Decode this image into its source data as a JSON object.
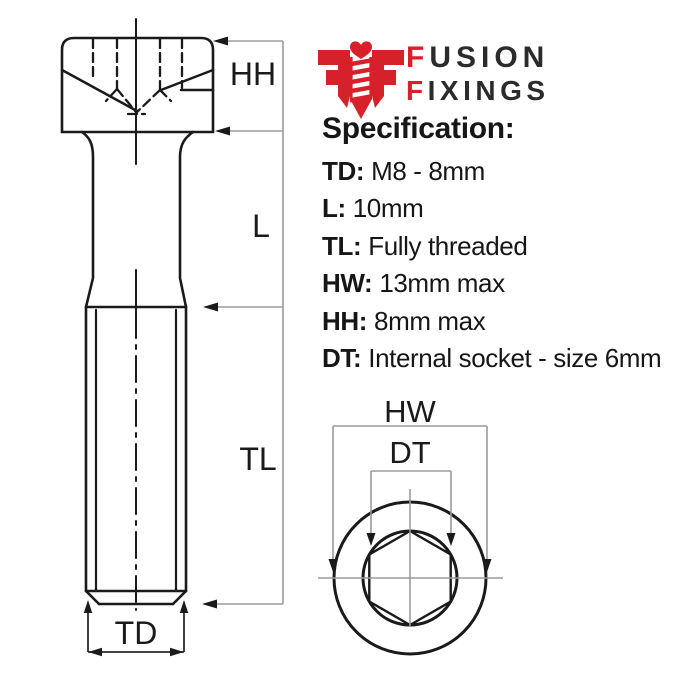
{
  "colors": {
    "brand_red": "#d6202a",
    "brand_dark": "#2d2a2b",
    "drawing_line": "#1a1a1a",
    "dimension_line": "#9b9b9b"
  },
  "logo": {
    "word1_initial": "F",
    "word1_rest": "USION",
    "word2_initial": "F",
    "word2_rest": "IXINGS"
  },
  "spec": {
    "heading": "Specification:",
    "items": [
      {
        "key": "TD:",
        "value": "M8 - 8mm"
      },
      {
        "key": "L:",
        "value": "10mm"
      },
      {
        "key": "TL:",
        "value": "Fully threaded"
      },
      {
        "key": "HW:",
        "value": "13mm max"
      },
      {
        "key": "HH:",
        "value": "8mm max"
      },
      {
        "key": "DT:",
        "value": "Internal socket - size 6mm"
      }
    ]
  },
  "side_view": {
    "labels": {
      "head_height": "HH",
      "unthreaded_length": "L",
      "thread_length": "TL",
      "thread_diameter": "TD"
    }
  },
  "top_view": {
    "labels": {
      "head_width": "HW",
      "drive_size": "DT"
    }
  }
}
